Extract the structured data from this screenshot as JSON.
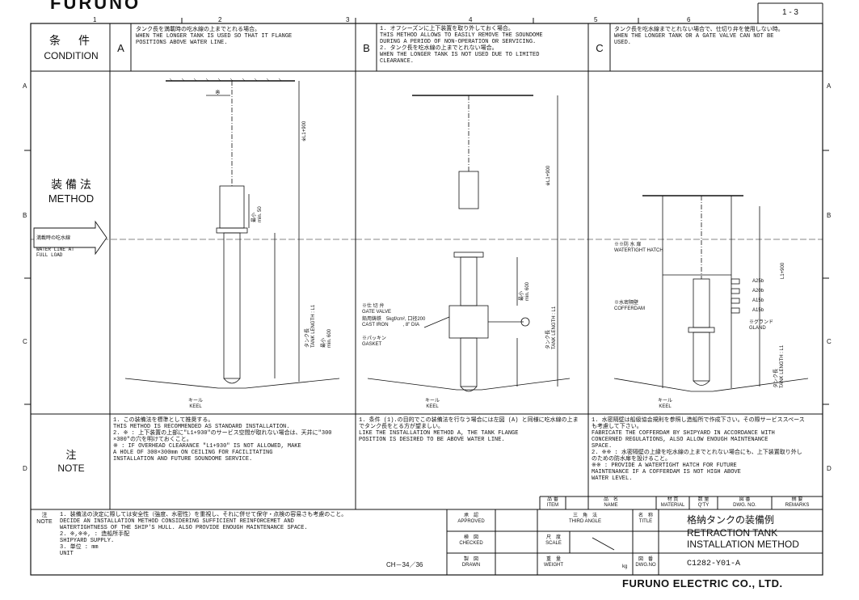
{
  "logo": "FURUNO",
  "sheet": "1 - 3",
  "col_numbers": [
    "1",
    "2",
    "3",
    "4",
    "5",
    "6"
  ],
  "row_letters": [
    "A",
    "B",
    "C",
    "D"
  ],
  "condition": {
    "jp": "条　件",
    "en": "CONDITION",
    "a": {
      "letter": "A",
      "jp": "タンク長を満載時の吃水線の上までとれる場合。",
      "en": "WHEN THE LONGER TANK IS USED SO THAT IT FLANGE\nPOSITIONS ABOVE WATER LINE."
    },
    "b": {
      "letter": "B",
      "text": "1. オフシーズンに上下装置を取り外しておく場合。\n   THIS METHOD ALLOWS TO EASILY REMOVE THE SOUNDOME\n   DURING A PERIOD OF NON-OPERATION OR SERVICING.\n2. タンク長を吃水線の上までとれない場合。\n   WHEN THE LONGER TANK IS NOT USED DUE TO LIMITED\n   CLEARANCE."
    },
    "c": {
      "letter": "C",
      "jp": "タンク長を吃水線までとれない場合で、仕切り弁を使用しない時。",
      "en": "WHEN THE LONGER TANK OR A GATE VALVE CAN NOT BE\nUSED."
    }
  },
  "method": {
    "jp": "装 備 法",
    "en": "METHOD"
  },
  "waterline": {
    "jp": "満載時の吃水線",
    "en": "WATER LINE AT\nFULL LOAD"
  },
  "drawing_labels": {
    "star": "※",
    "l1_900": "※L1+900",
    "min50": "最小\nmin. 50",
    "min600": "最小\nmin. 600",
    "tank_length": "タンク長\nTANK LENGTH : L1",
    "keel": "キール\nKEEL",
    "gate_valve": "※仕 切 弁\nGATE VALVE",
    "cast_iron": "鉛用鋳鉄　5kgf/cm², 口径200\nCAST IRON　　　, 8\" DIA",
    "gasket": "※パッキン\nGASKET",
    "hatch": "※※防 水 扉\nWATERTIGHT HATCH",
    "cofferdam": "※水密隔壁\nCOFFERDAM",
    "valves": [
      "A25b",
      "A20b",
      "A15b",
      "A15b"
    ],
    "gland": "※グランド\nGLAND",
    "l1_900_c": "L1+900"
  },
  "note": {
    "jp": "注",
    "en": "NOTE",
    "a": "1. この装備法を標準として推奨する。\n   THIS METHOD IS RECOMMENDED AS STANDARD INSTALLATION.\n2. ※ : 上下装置の上部に\"L1+930\"のサービス空間が取れない場合は、天井に\"300\n   ×300\"の穴を明けておくこと。\n   ※ : IF OVERHEAD CLEARANCE \"L1+930\" IS NOT ALLOWED, MAKE\n   A HOLE OF 300×300mm ON CEILING FOR FACILITATING\n   INSTALLATION AND FUTURE SOUNDOME SERVICE.",
    "b": "1. 条件 (1).の目的でこの装備法を行なう場合には左図 (A) と同様に吃水線の上ま\n   でタンク長をとる方が望ましい。\n   LIKE THE INSTALLATION METHOD A, THE TANK FLANGE\n   POSITION IS DESIRED TO BE ABOVE WATER LINE.",
    "c": "1. 水密隔壁は船級協会規則を参照し造船所で作成下さい。その際サービススペース\n   も考慮して下さい。\n   FABRICATE THE COFFERDAM BY SHIPYARD IN ACCORDANCE WITH\n   CONCERNED REGULATIONS, ALSO ALLOW ENOUGH MAINTENANCE\n   SPACE.\n2. ※※ : 水密隔壁の上縁を吃水線の上までとれない場合にも、上下装置取り外し\n   のための防水扉を設けること。\n   ※※ : PROVIDE A WATERTIGHT HATCH FOR FUTURE\n   MAINTENANCE IF A COFFERDAM IS NOT HIGH ABOVE\n   WATER LEVEL."
  },
  "bom_header": [
    "品 番\nITEM",
    "品　名\nNAME",
    "材 質\nMATERIAL",
    "数 量\nQ'TY",
    "図 番\nDWG. NO.",
    "摘 要\nREMARKS"
  ],
  "bottom_note": {
    "label": "注\nNOTE",
    "text": "1. 装備法の決定に際しては安全性（強度、水密性）を重視し、それに併せて保守・点検の容易さも考慮のこと。\n   DECIDE AN INSTALLATION METHOD CONSIDERING SUFFICIENT REINFORCEMET AND\n   WATERTIGHTNESS OF THE SHIP'S HULL. ALSO PROVIDE ENOUGH MAINTENANCE SPACE.\n2. ※,※※, : 造船所手配\n             SHIPYARD SUPPLY.\n3. 単位 : mm\n   UNIT",
    "ch": "CH－34／36"
  },
  "title_block": {
    "approved": "承　認\nAPPROVED",
    "checked": "検　図\nCHECKED",
    "drawn": "製　図\nDRAWN",
    "third_angle": "三　角　法\nTHIRD ANGLE",
    "scale": "尺　度\nSCALE",
    "weight": "重　量\nWEIGHT",
    "kg": "kg",
    "title_label": "名　称\nTITLE",
    "title_jp": "格納タンクの装備例",
    "title_en": "RETRACTION TANK\nINSTALLATION METHOD",
    "dwg_label": "図　番\nDWG.NO",
    "dwg_no": "C1282-Y01-A"
  },
  "company": "FURUNO ELECTRIC CO., LTD."
}
